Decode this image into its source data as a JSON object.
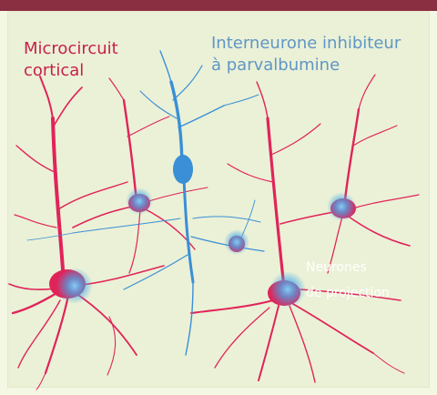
{
  "labels": {
    "microcircuit_line1": "Microcircuit",
    "microcircuit_line2": "cortical",
    "interneuron_line1": "Interneurone inhibiteur",
    "interneuron_line2": "à parvalbumine",
    "projection_line1": "Neurones",
    "projection_line2": "de projection"
  },
  "colors": {
    "header_bar": "#8a2e42",
    "background": "#ebf1d6",
    "pyramidal_neuron": "#e0245a",
    "interneuron": "#3a8fd6",
    "soma_glow": "#4fb8f0"
  }
}
